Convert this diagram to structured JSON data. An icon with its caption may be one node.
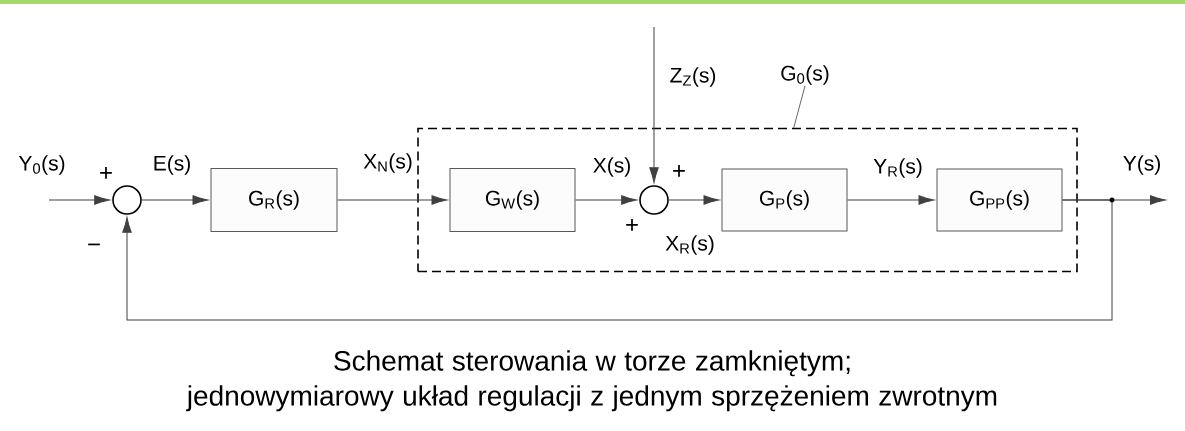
{
  "diagram": {
    "caption": "Schemat sterowania w torze zamkniętym; jednowymiarowy układ regulacji z jednym sprzężeniem zwrotnym",
    "nodes": [
      {
        "text": [
          "G$_{0}$(s)"
        ]
      },
      {
        "text": [],
        "shape": "box"
      },
      {
        "text": [],
        "shape": "circle"
      },
      {
        "text": [
          "G$_{R}$(s)"
        ]
      },
      {
        "text": [
          "G$_{W}$(s)"
        ],
        "in": 1
      },
      {
        "text": [],
        "shape": "circle",
        "in": 1
      },
      {
        "text": [
          "G$_{P}$(s)"
        ],
        "in": 1
      },
      {
        "text": [
          "G$_{PP}$(s)"
        ],
        "in": 1
      }
    ],
    "edges": [
      {
        "from": null,
        "to": 2,
        "arrow": "to",
        "label": "Y$_{0}$(s)"
      },
      {
        "from": 2,
        "to": 3,
        "arrow": "to",
        "label": "E(s)"
      },
      {
        "from": 3,
        "to": 4,
        "arrow": "to",
        "label": "X$_{N}$(s)"
      },
      {
        "from": 4,
        "to": 5,
        "arrow": "to",
        "label": "X(s)"
      },
      {
        "from": null,
        "to": 5,
        "arrow": "to",
        "label": "Z$_{Z}$(s)"
      },
      {
        "from": 5,
        "to": 6,
        "arrow": "to",
        "label": "X$_{R}$(s)"
      },
      {
        "from": 6,
        "to": 7,
        "arrow": "to",
        "label": "Y$_{R}$(s)"
      },
      {
        "from": 7,
        "to": null,
        "arrow": "to",
        "label": "Y(s)"
      },
      {
        "from": 7,
        "to": 2,
        "arrow": "to"
      },
      {
        "from": 0,
        "to": 1,
        "arrow": "none"
      }
    ],
    "labels": [
      "+",
      "−",
      "+",
      "+"
    ]
  }
}
